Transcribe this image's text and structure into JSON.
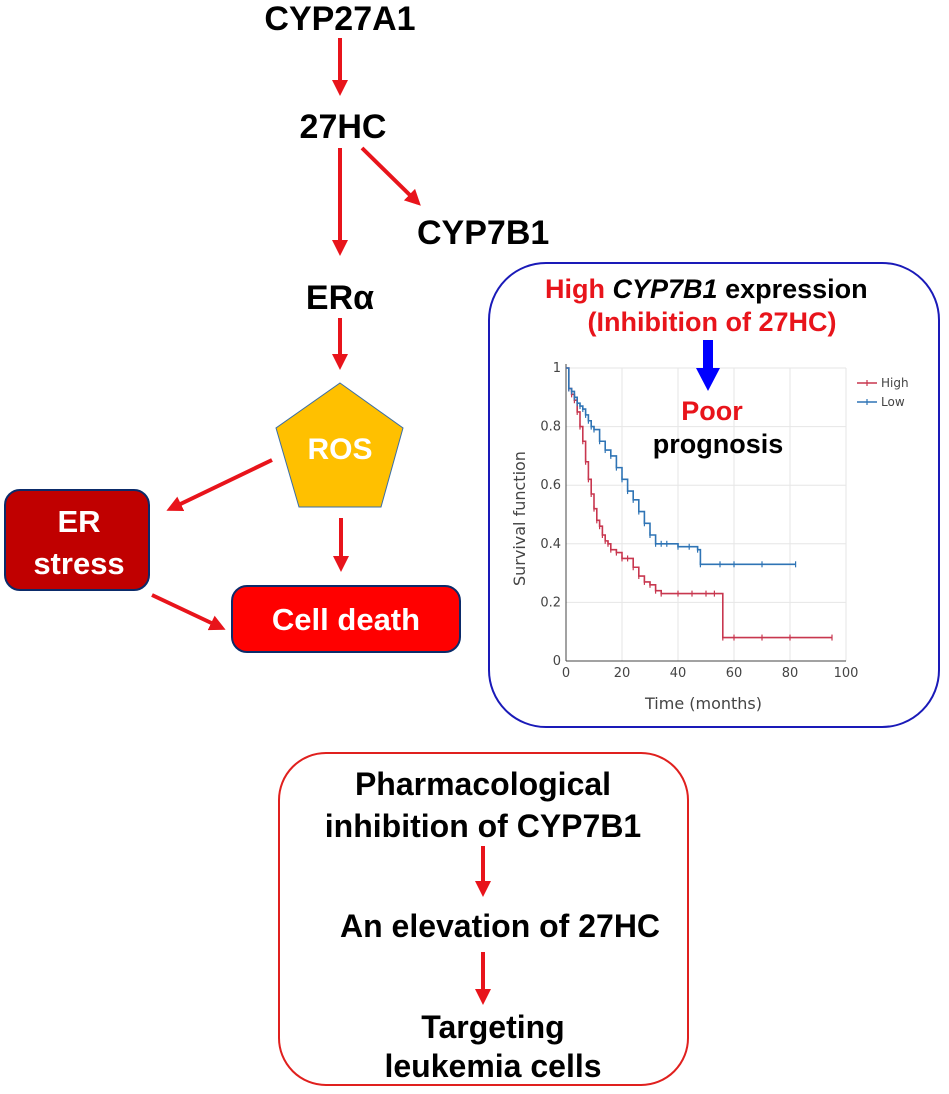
{
  "pathway": {
    "cyp27a1": "CYP27A1",
    "hc27": "27HC",
    "cyp7b1": "CYP7B1",
    "era": "ERα",
    "ros": "ROS",
    "er_stress_line1": "ER",
    "er_stress_line2": "stress",
    "cell_death": "Cell death"
  },
  "km_panel": {
    "title_high": "High",
    "title_gene": "CYP7B1",
    "title_rest": "expression",
    "subtitle": "(Inhibition of 27HC)",
    "poor": "Poor",
    "prognosis": "prognosis"
  },
  "pharm_panel": {
    "line1": "Pharmacological",
    "line2": "inhibition of CYP7B1",
    "step2": "An elevation of 27HC",
    "step3_line1": "Targeting",
    "step3_line2": "leukemia cells"
  },
  "colors": {
    "arrow": "#e8141b",
    "ros_fill": "#ffc000",
    "er_stress_fill": "#c00000",
    "cell_death_fill": "#ff0000",
    "km_border": "#1a1ab8",
    "high_series": "#c8374f",
    "low_series": "#2f74b5",
    "blue_arrow": "#0000ff"
  },
  "chart_data": {
    "type": "line",
    "xlabel": "Time (months)",
    "ylabel": "Survival function",
    "xlim": [
      0,
      100
    ],
    "ylim": [
      0,
      1
    ],
    "xticks": [
      0,
      20,
      40,
      60,
      80,
      100
    ],
    "yticks": [
      0,
      0.2,
      0.4,
      0.6,
      0.8,
      1
    ],
    "ytick_labels": [
      "0",
      "0.2",
      "0.4",
      "0.6",
      "0.8",
      "1"
    ],
    "legend": "top-right",
    "series": [
      {
        "name": "High",
        "color": "#c8374f",
        "x": [
          0,
          1,
          2,
          3,
          4,
          5,
          6,
          7,
          8,
          9,
          10,
          11,
          12,
          13,
          14,
          15,
          16,
          18,
          20,
          22,
          24,
          26,
          28,
          30,
          32,
          34,
          40,
          45,
          50,
          53,
          56,
          60,
          70,
          80,
          95
        ],
        "y": [
          1,
          0.93,
          0.91,
          0.89,
          0.85,
          0.8,
          0.75,
          0.68,
          0.62,
          0.57,
          0.52,
          0.48,
          0.46,
          0.43,
          0.41,
          0.4,
          0.38,
          0.37,
          0.35,
          0.35,
          0.32,
          0.29,
          0.27,
          0.26,
          0.24,
          0.23,
          0.23,
          0.23,
          0.23,
          0.23,
          0.08,
          0.08,
          0.08,
          0.08,
          0.08
        ]
      },
      {
        "name": "Low",
        "color": "#2f74b5",
        "x": [
          0,
          1,
          2,
          3,
          4,
          5,
          6,
          7,
          8,
          9,
          10,
          12,
          14,
          16,
          18,
          20,
          22,
          24,
          26,
          28,
          30,
          32,
          34,
          36,
          40,
          44,
          47,
          48,
          55,
          60,
          70,
          82
        ],
        "y": [
          1,
          0.93,
          0.92,
          0.9,
          0.88,
          0.87,
          0.86,
          0.84,
          0.82,
          0.8,
          0.79,
          0.75,
          0.72,
          0.7,
          0.66,
          0.62,
          0.58,
          0.55,
          0.51,
          0.47,
          0.43,
          0.4,
          0.4,
          0.4,
          0.39,
          0.39,
          0.38,
          0.33,
          0.33,
          0.33,
          0.33,
          0.33
        ]
      }
    ]
  }
}
